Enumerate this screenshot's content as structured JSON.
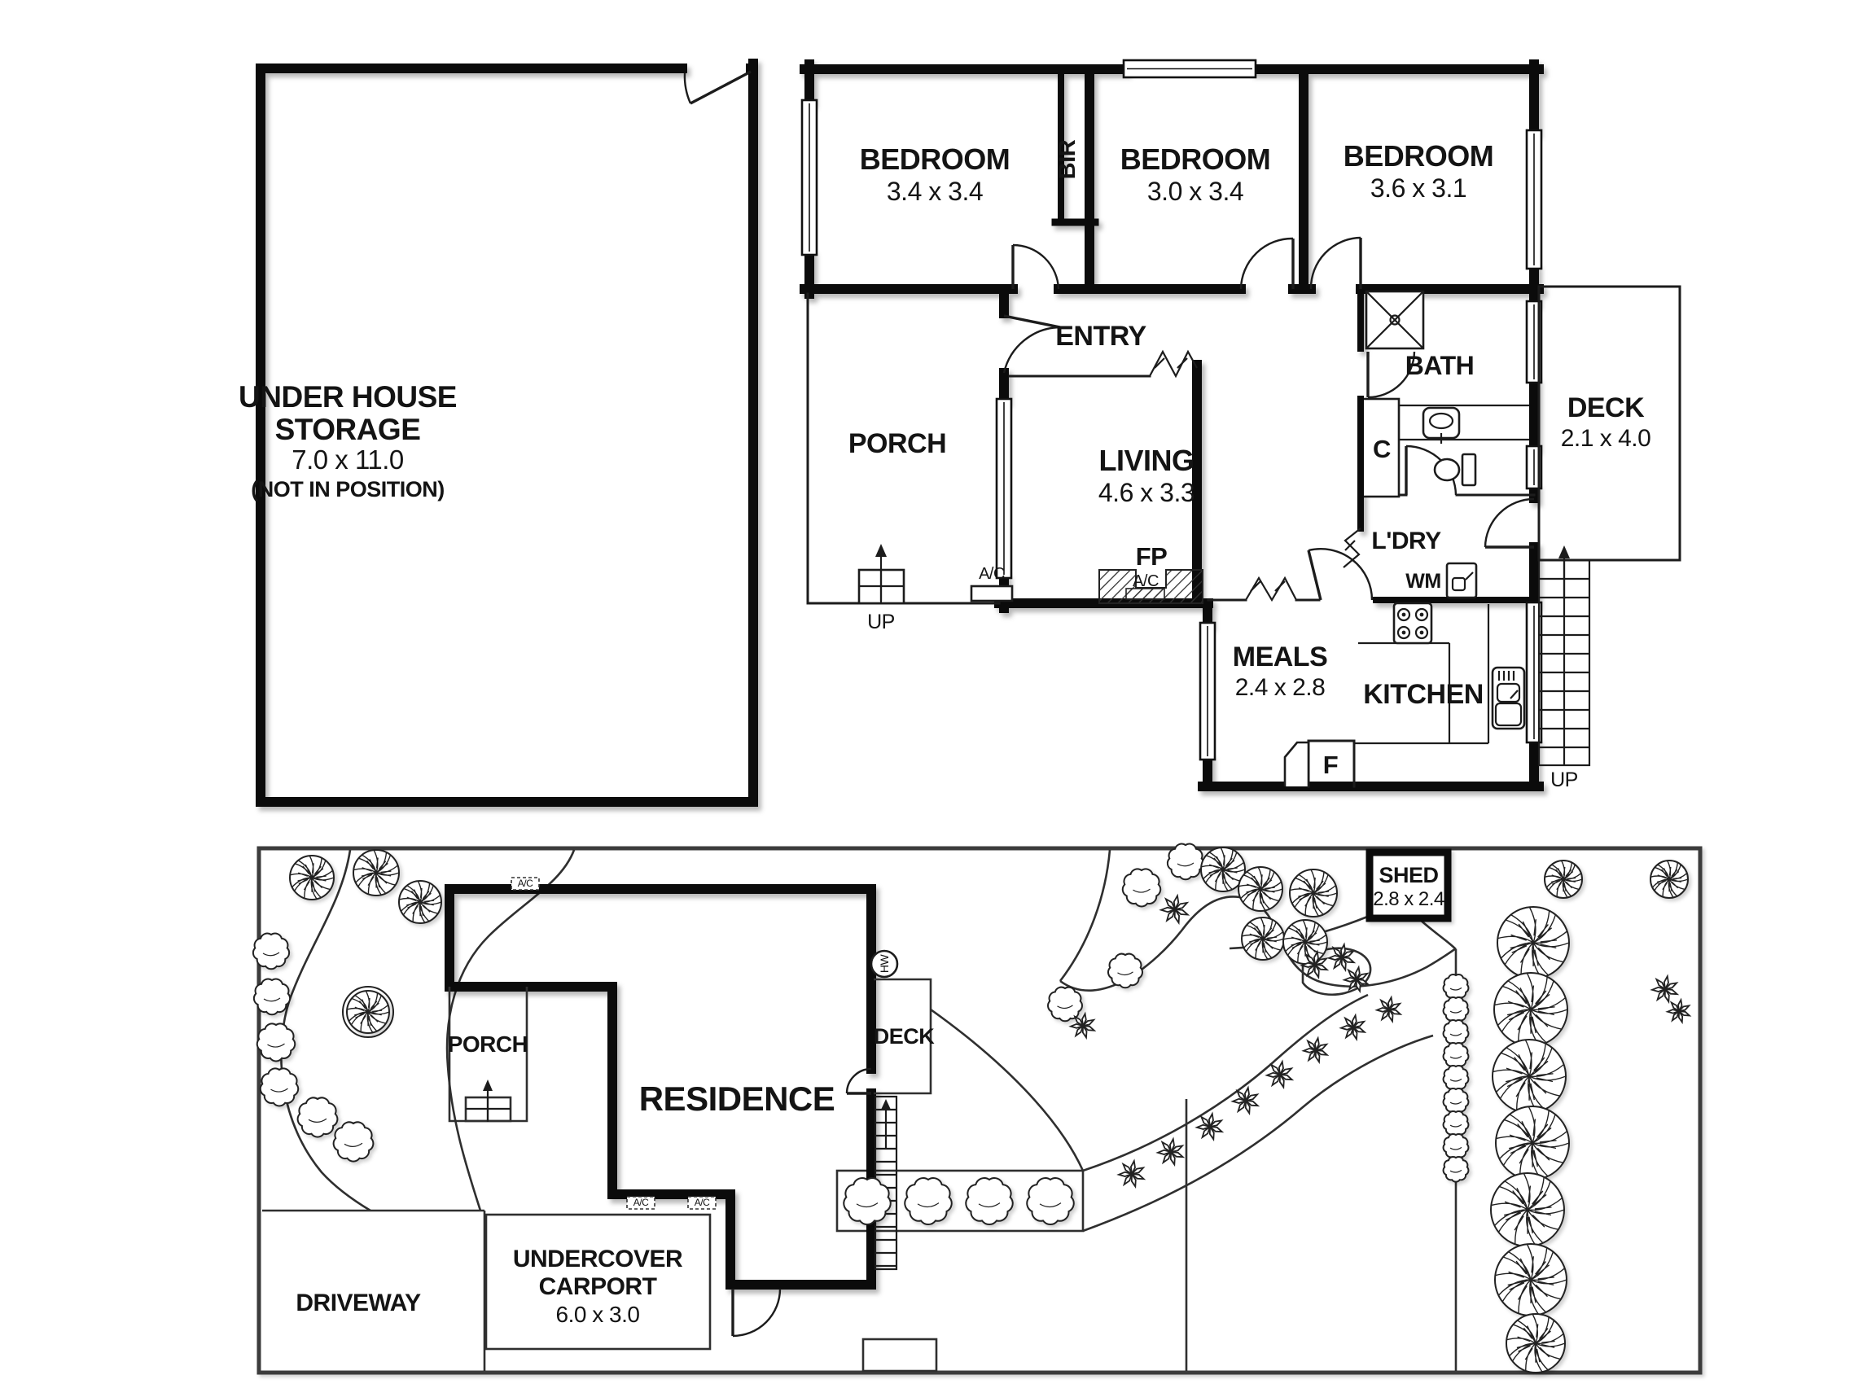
{
  "storage": {
    "line1": "UNDER HOUSE",
    "line2": "STORAGE",
    "dims": "7.0 x 11.0",
    "note": "(NOT IN POSITION)"
  },
  "floor_plan": {
    "bedroom1": {
      "name": "BEDROOM",
      "dims": "3.4 x 3.4"
    },
    "bedroom2": {
      "name": "BEDROOM",
      "dims": "3.0 x 3.4"
    },
    "bedroom3": {
      "name": "BEDROOM",
      "dims": "3.6 x 3.1"
    },
    "bir": "BIR",
    "entry": "ENTRY",
    "porch": "PORCH",
    "living": {
      "name": "LIVING",
      "dims": "4.6 x 3.3"
    },
    "bath": "BATH",
    "cupboard": "C",
    "deck": {
      "name": "DECK",
      "dims": "2.1 x 4.0"
    },
    "laundry": "L'DRY",
    "wm": "WM",
    "meals": {
      "name": "MEALS",
      "dims": "2.4 x 2.8"
    },
    "kitchen": "KITCHEN",
    "fridge": "F",
    "fireplace": "FP",
    "ac_living": "A/C",
    "ac_fp": "A/C",
    "up_porch": "UP",
    "up_deck": "UP"
  },
  "site_plan": {
    "residence": "RESIDENCE",
    "porch": "PORCH",
    "deck": "DECK",
    "hw": "HW",
    "shed": {
      "name": "SHED",
      "dims": "2.8 x 2.4"
    },
    "carport": {
      "line1": "UNDERCOVER",
      "line2": "CARPORT",
      "dims": "6.0 x 3.0"
    },
    "driveway": "DRIVEWAY",
    "ac_units": [
      "A/C",
      "A/C",
      "A/C"
    ],
    "colors": {
      "wall": "#0b0b0b",
      "line": "#2f2f2f",
      "paper": "#ffffff"
    }
  }
}
